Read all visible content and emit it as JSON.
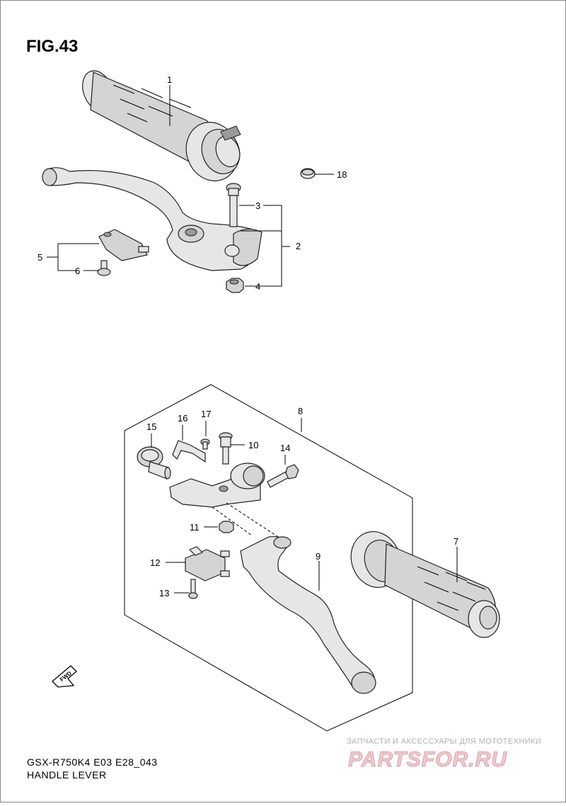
{
  "header": {
    "figure_label": "FIG.43"
  },
  "parts": [
    {
      "ref": "1"
    },
    {
      "ref": "2"
    },
    {
      "ref": "3"
    },
    {
      "ref": "4"
    },
    {
      "ref": "5"
    },
    {
      "ref": "6"
    },
    {
      "ref": "7"
    },
    {
      "ref": "8"
    },
    {
      "ref": "9"
    },
    {
      "ref": "10"
    },
    {
      "ref": "11"
    },
    {
      "ref": "12"
    },
    {
      "ref": "13"
    },
    {
      "ref": "14"
    },
    {
      "ref": "15"
    },
    {
      "ref": "16"
    },
    {
      "ref": "17"
    },
    {
      "ref": "18"
    }
  ],
  "direction_marker": {
    "label": "FWD"
  },
  "footer": {
    "model_code": "GSX-R750K4  E03  E28_043",
    "title": "HANDLE LEVER"
  },
  "watermark": {
    "tagline": "ЗАПЧАСТИ И АКСЕССУАРЫ ДЛЯ МОТОТЕХНИКИ",
    "brand": "PARTSFOR.RU"
  }
}
